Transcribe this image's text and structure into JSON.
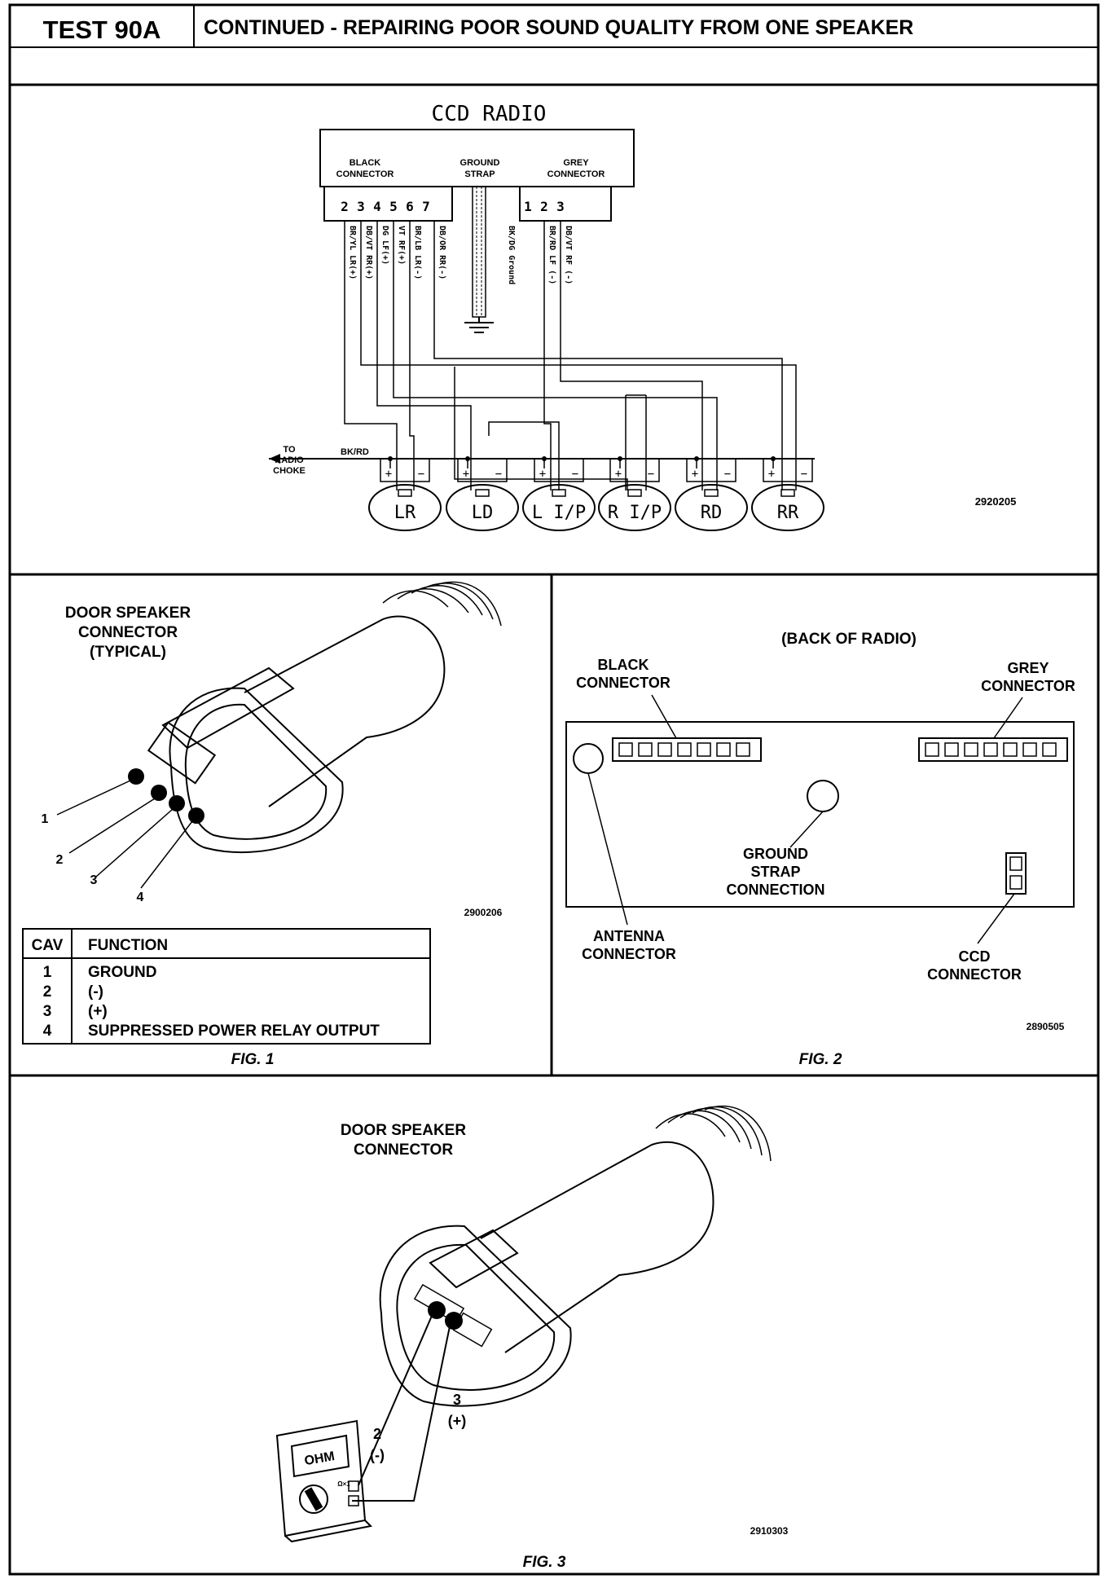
{
  "header": {
    "test_id": "TEST 90A",
    "title": "CONTINUED -  REPAIRING POOR SOUND QUALITY FROM ONE SPEAKER"
  },
  "wiring": {
    "radio_title": "CCD RADIO",
    "black_connector": [
      "BLACK",
      "CONNECTOR"
    ],
    "ground_strap": [
      "GROUND",
      "STRAP"
    ],
    "grey_connector": [
      "GREY",
      "CONNECTOR"
    ],
    "black_pins": [
      "2",
      "3",
      "4",
      "5",
      "6",
      "7"
    ],
    "grey_pins": [
      "1",
      "2",
      "3"
    ],
    "wires": [
      "BR/YL LR(+)",
      "DB/VT RR(+)",
      "DG LF(+)",
      "VT RF(+)",
      "BR/LB LR(-)",
      "DB/OR RR(-)",
      "BK/DG Ground",
      "BR/RD LF (-)",
      "DB/VT RF (-)"
    ],
    "choke_label": [
      "TO",
      "RADIO",
      "CHOKE"
    ],
    "bkrd_label": "BK/RD",
    "speakers": [
      "LR",
      "LD",
      "L I/P",
      "R I/P",
      "RD",
      "RR"
    ],
    "plus": "+",
    "minus": "−",
    "fig_number": "2920205"
  },
  "fig1": {
    "title": [
      "DOOR SPEAKER",
      "CONNECTOR",
      "(TYPICAL)"
    ],
    "pin_labels": [
      "1",
      "2",
      "3",
      "4"
    ],
    "fig_number": "2900206",
    "table_headers": [
      "CAV",
      "FUNCTION"
    ],
    "table_rows": [
      {
        "cav": "1",
        "function": "GROUND"
      },
      {
        "cav": "2",
        "function": "(-)"
      },
      {
        "cav": "3",
        "function": "(+)"
      },
      {
        "cav": "4",
        "function": "SUPPRESSED POWER RELAY OUTPUT"
      }
    ],
    "caption": "FIG. 1"
  },
  "fig2": {
    "title": "(BACK OF RADIO)",
    "black_connector": [
      "BLACK",
      "CONNECTOR"
    ],
    "grey_connector": [
      "GREY",
      "CONNECTOR"
    ],
    "ground_strap": [
      "GROUND",
      "STRAP",
      "CONNECTION"
    ],
    "antenna": [
      "ANTENNA",
      "CONNECTOR"
    ],
    "ccd": [
      "CCD",
      "CONNECTOR"
    ],
    "fig_number": "2890505",
    "caption": "FIG. 2"
  },
  "fig3": {
    "title": [
      "DOOR SPEAKER",
      "CONNECTOR"
    ],
    "pin2": [
      "2",
      "(-)"
    ],
    "pin3": [
      "3",
      "(+)"
    ],
    "meter_label": "OHM",
    "meter_range": "Ω×1",
    "fig_number": "2910303",
    "caption": "FIG. 3"
  }
}
